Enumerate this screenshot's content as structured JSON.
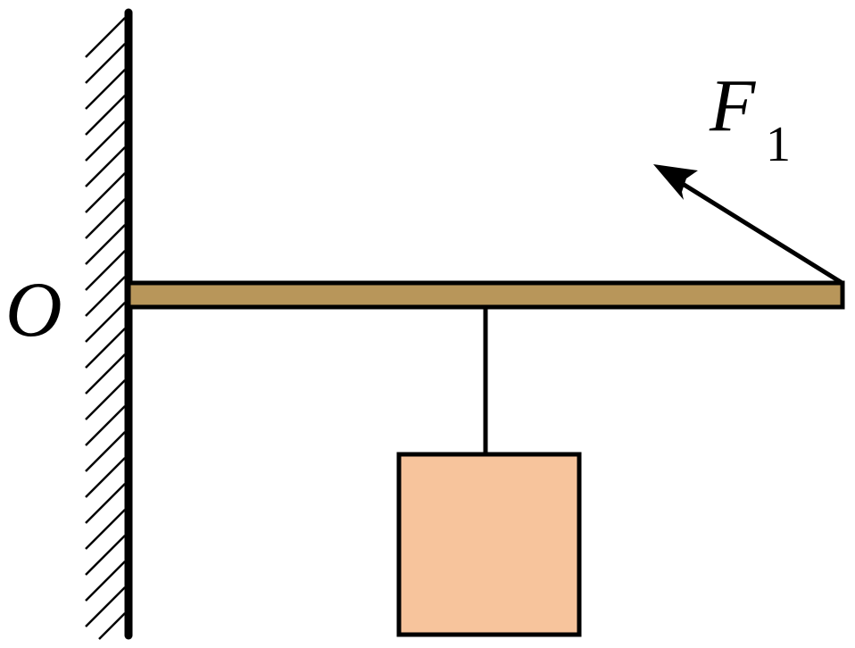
{
  "labels": {
    "pivot": "O",
    "force_symbol": "F",
    "force_subscript": "1"
  },
  "colors": {
    "ink": "#000000",
    "lever": "#b8965a",
    "block": "#f7c49c",
    "background": "#ffffff"
  }
}
